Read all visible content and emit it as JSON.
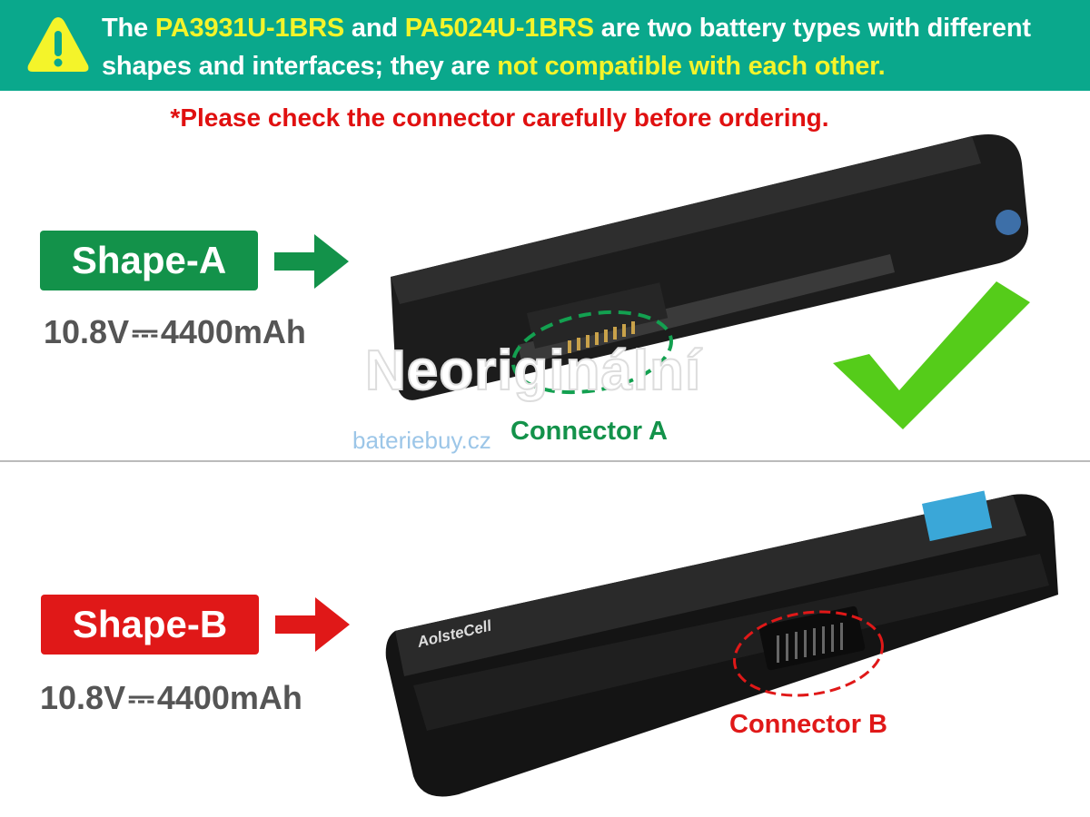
{
  "banner": {
    "parts": [
      "The ",
      "PA3931U-1BRS",
      " and ",
      "PA5024U-1BRS",
      " are two battery types with different shapes and interfaces; they are ",
      "not compatible with each other."
    ],
    "icon": "warning-triangle-icon",
    "background": "#0aa88c",
    "highlight_color": "#f4f42a"
  },
  "notice": "*Please check the connector carefully before ordering.",
  "shape_a": {
    "label": "Shape-A",
    "spec": "10.8V ⎓ 4400mAh",
    "connector": "Connector A",
    "color": "#13924a",
    "icon": "checkmark-icon"
  },
  "shape_b": {
    "label": "Shape-B",
    "spec": "10.8V ⎓ 4400mAh",
    "connector": "Connector B",
    "color": "#e01818"
  },
  "battery_b_brand": "AolsteCell",
  "watermark": {
    "line1": "Neoriginální",
    "line2": "bateriebuy.cz"
  }
}
